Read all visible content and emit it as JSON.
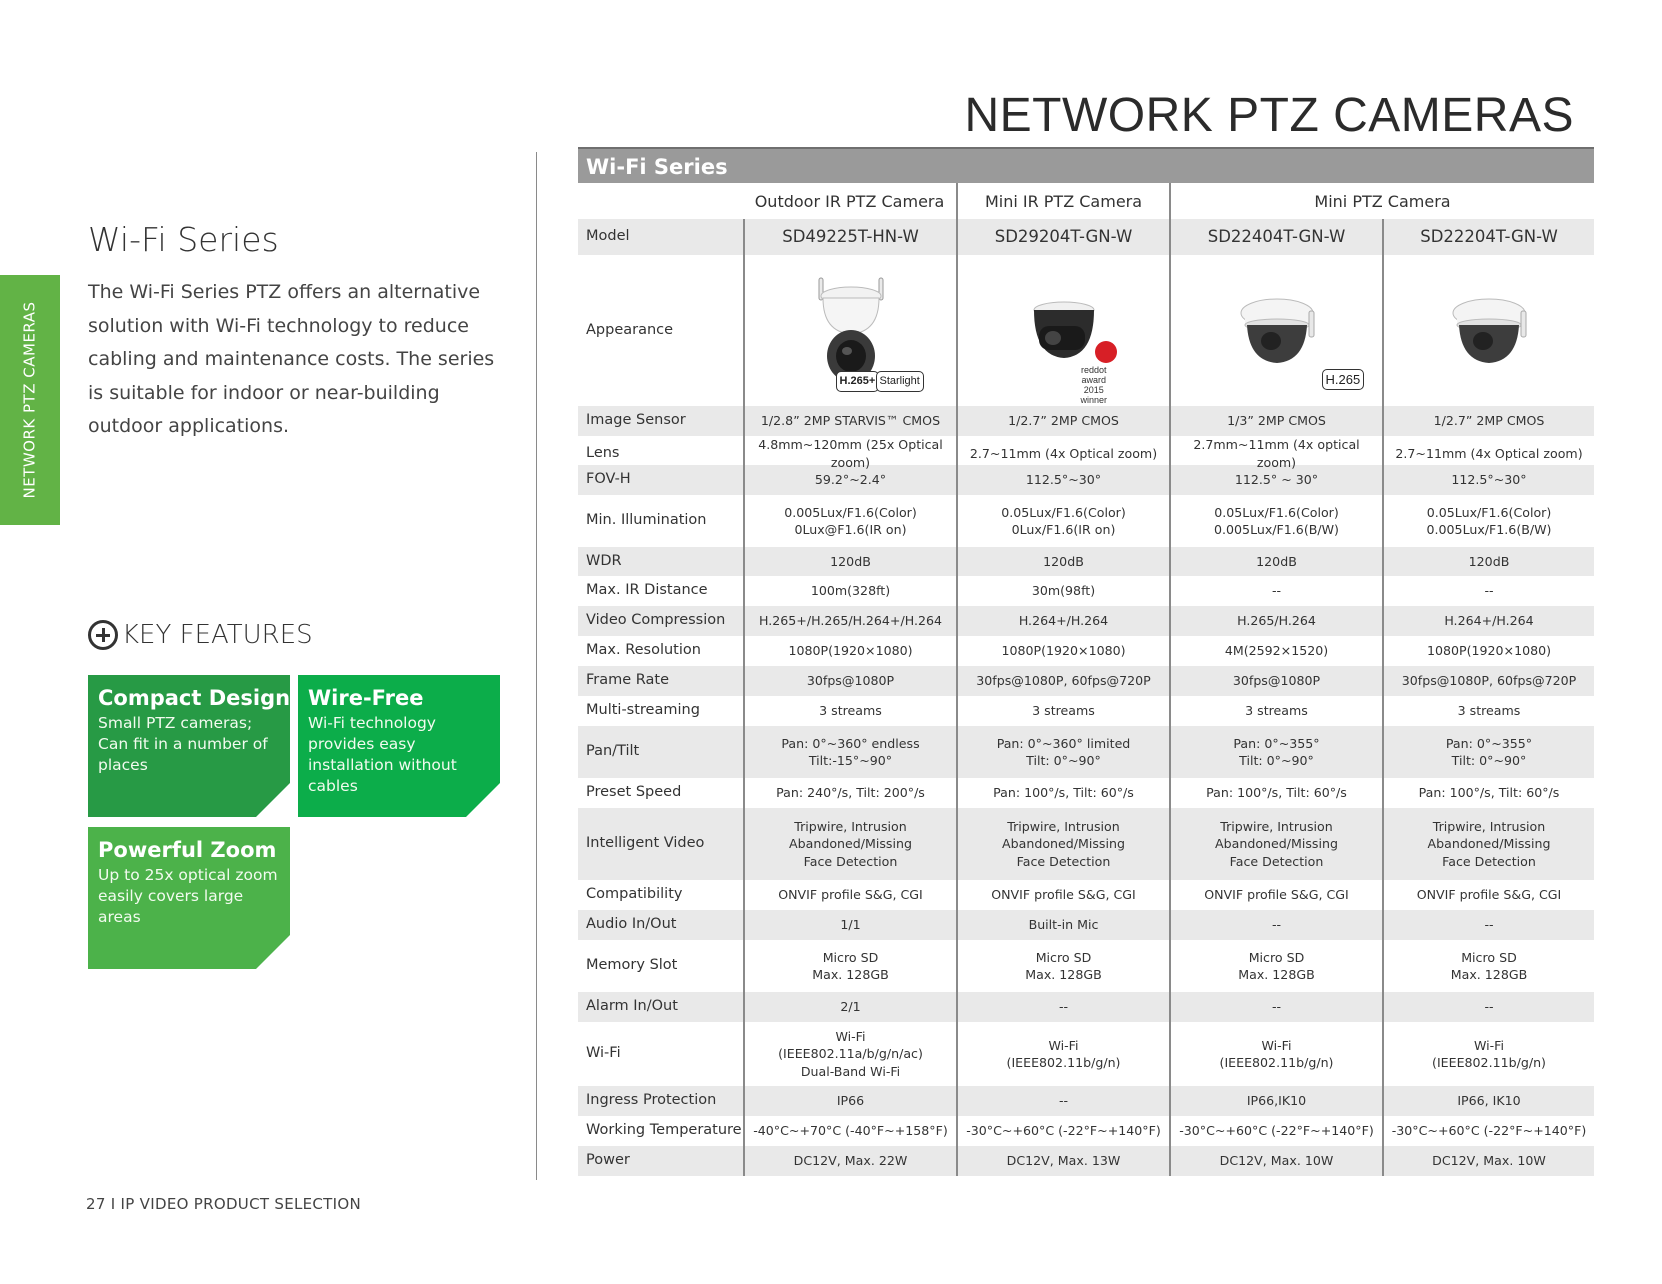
{
  "page": {
    "title": "NETWORK PTZ CAMERAS",
    "side_tab": "NETWORK PTZ CAMERAS",
    "footer": "27 I IP VIDEO PRODUCT SELECTION"
  },
  "intro": {
    "title": "Wi-Fi Series",
    "text": "The Wi-Fi Series PTZ offers an alternative solution with Wi-Fi technology to reduce cabling and maintenance costs. The series is suitable for indoor or near-building outdoor applications."
  },
  "key_features": {
    "title": "KEY FEATURES",
    "items": [
      {
        "title": "Compact Design",
        "text": "Small PTZ cameras; Can fit in a number of places"
      },
      {
        "title": "Wire-Free",
        "text": "Wi-Fi technology provides easy installation without cables"
      },
      {
        "title": "Powerful Zoom",
        "text": "Up to 25x optical zoom easily covers large areas"
      }
    ]
  },
  "table": {
    "series": "Wi-Fi Series",
    "categories": [
      "Outdoor IR PTZ Camera",
      "Mini IR PTZ Camera",
      "Mini PTZ Camera"
    ],
    "model_label": "Model",
    "models": [
      "SD49225T-HN-W",
      "SD29204T-GN-W",
      "SD22404T-GN-W",
      "SD22204T-GN-W"
    ],
    "appearance_label": "Appearance",
    "badges": {
      "h265plus": "H.265+",
      "starlight": "Starlight",
      "reddot_award": "reddot award 2015\nwinner",
      "h265": "H.265"
    },
    "rows": [
      {
        "label": "Image Sensor",
        "values": [
          "1/2.8” 2MP STARVIS™ CMOS",
          "1/2.7” 2MP CMOS",
          "1/3” 2MP CMOS",
          "1/2.7” 2MP CMOS"
        ]
      },
      {
        "label": "Lens",
        "values": [
          "4.8mm~120mm (25x Optical zoom)",
          "2.7~11mm (4x Optical zoom)",
          "2.7mm~11mm (4x optical zoom)",
          "2.7~11mm (4x Optical zoom)"
        ]
      },
      {
        "label": "FOV-H",
        "values": [
          "59.2°~2.4°",
          "112.5°~30°",
          "112.5° ~ 30°",
          "112.5°~30°"
        ]
      },
      {
        "label": "Min. Illumination",
        "values": [
          "0.005Lux/F1.6(Color)\n0Lux@F1.6(IR on)",
          "0.05Lux/F1.6(Color)\n0Lux/F1.6(IR on)",
          "0.05Lux/F1.6(Color)\n0.005Lux/F1.6(B/W)",
          "0.05Lux/F1.6(Color)\n0.005Lux/F1.6(B/W)"
        ]
      },
      {
        "label": "WDR",
        "values": [
          "120dB",
          "120dB",
          "120dB",
          "120dB"
        ]
      },
      {
        "label": "Max. IR Distance",
        "values": [
          "100m(328ft)",
          "30m(98ft)",
          "--",
          "--"
        ]
      },
      {
        "label": "Video Compression",
        "values": [
          "H.265+/H.265/H.264+/H.264",
          "H.264+/H.264",
          "H.265/H.264",
          "H.264+/H.264"
        ]
      },
      {
        "label": "Max. Resolution",
        "values": [
          "1080P(1920×1080)",
          "1080P(1920×1080)",
          "4M(2592×1520)",
          "1080P(1920×1080)"
        ]
      },
      {
        "label": "Frame Rate",
        "values": [
          "30fps@1080P",
          "30fps@1080P, 60fps@720P",
          "30fps@1080P",
          "30fps@1080P, 60fps@720P"
        ]
      },
      {
        "label": "Multi-streaming",
        "values": [
          "3 streams",
          "3 streams",
          "3 streams",
          "3 streams"
        ]
      },
      {
        "label": "Pan/Tilt",
        "values": [
          "Pan: 0°~360° endless\nTilt:-15°~90°",
          "Pan: 0°~360° limited\nTilt: 0°~90°",
          "Pan: 0°~355°\nTilt: 0°~90°",
          "Pan: 0°~355°\nTilt: 0°~90°"
        ]
      },
      {
        "label": "Preset Speed",
        "values": [
          "Pan: 240°/s, Tilt: 200°/s",
          "Pan: 100°/s, Tilt: 60°/s",
          "Pan: 100°/s, Tilt: 60°/s",
          "Pan: 100°/s, Tilt: 60°/s"
        ]
      },
      {
        "label": "Intelligent Video",
        "values": [
          "Tripwire, Intrusion\nAbandoned/Missing\nFace Detection",
          "Tripwire, Intrusion\nAbandoned/Missing\nFace Detection",
          "Tripwire, Intrusion\nAbandoned/Missing\nFace Detection",
          "Tripwire, Intrusion\nAbandoned/Missing\nFace Detection"
        ]
      },
      {
        "label": "Compatibility",
        "values": [
          "ONVIF profile S&G, CGI",
          "ONVIF profile S&G, CGI",
          "ONVIF profile S&G, CGI",
          "ONVIF profile S&G, CGI"
        ]
      },
      {
        "label": "Audio In/Out",
        "values": [
          "1/1",
          "Built-in Mic",
          "--",
          "--"
        ]
      },
      {
        "label": "Memory Slot",
        "values": [
          "Micro SD\nMax. 128GB",
          "Micro SD\nMax. 128GB",
          "Micro SD\nMax. 128GB",
          "Micro SD\nMax. 128GB"
        ]
      },
      {
        "label": "Alarm In/Out",
        "values": [
          "2/1",
          "--",
          "--",
          "--"
        ]
      },
      {
        "label": "Wi-Fi",
        "values": [
          "Wi-Fi\n(IEEE802.11a/b/g/n/ac)\nDual-Band Wi-Fi",
          "Wi-Fi\n(IEEE802.11b/g/n)",
          "Wi-Fi\n(IEEE802.11b/g/n)",
          "Wi-Fi\n(IEEE802.11b/g/n)"
        ]
      },
      {
        "label": "Ingress Protection",
        "values": [
          "IP66",
          "--",
          "IP66,IK10",
          "IP66, IK10"
        ]
      },
      {
        "label": "Working Temperature",
        "values": [
          "-40°C~+70°C (-40°F~+158°F)",
          "-30°C~+60°C (-22°F~+140°F)",
          "-30°C~+60°C (-22°F~+140°F)",
          "-30°C~+60°C (-22°F~+140°F)"
        ]
      },
      {
        "label": "Power",
        "values": [
          "DC12V, Max. 22W",
          "DC12V, Max. 13W",
          "DC12V, Max. 10W",
          "DC12V, Max. 10W"
        ]
      }
    ]
  },
  "colors": {
    "accent_green": "#62b346",
    "feature_1": "#279a45",
    "feature_2": "#0cad4a",
    "feature_3": "#4cb24a",
    "series_bar": "#9a9a9a",
    "row_shade": "#e9e9e9",
    "reddot": "#d71f26"
  }
}
